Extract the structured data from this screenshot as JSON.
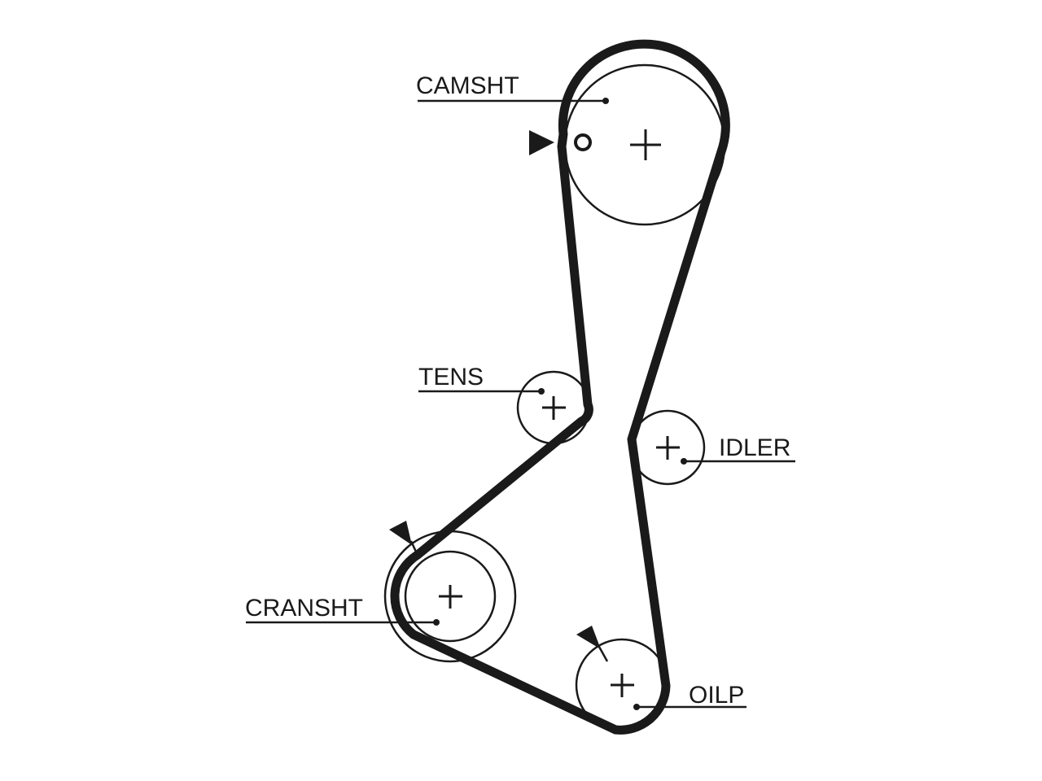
{
  "labels": {
    "camshaft": "CAMSHT",
    "tensioner": "TENS",
    "idler": "IDLER",
    "crankshaft": "CRANSHT",
    "oil_pump": "OILP"
  },
  "colors": {
    "line": "#1a1a1a",
    "background": "#ffffff"
  }
}
